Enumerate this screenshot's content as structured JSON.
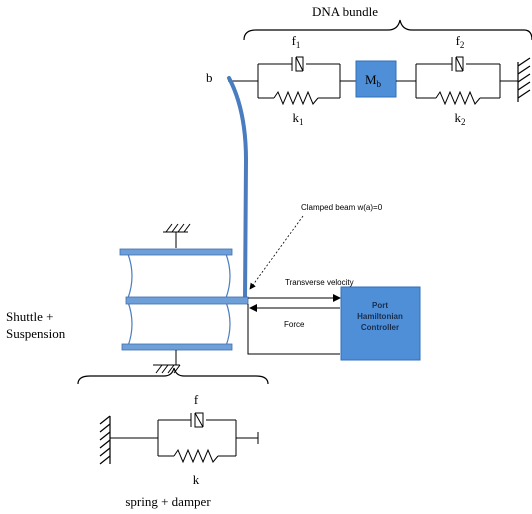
{
  "labels": {
    "dna_bundle": "DNA bundle",
    "f1": {
      "base": "f",
      "sub": "1"
    },
    "f2": {
      "base": "f",
      "sub": "2"
    },
    "k1": {
      "base": "k",
      "sub": "1"
    },
    "k2": {
      "base": "k",
      "sub": "2"
    },
    "mb": {
      "base": "M",
      "sub": "b"
    },
    "b": "b",
    "clamped_beam": "Clamped beam w(a)=0",
    "transverse_velocity": "Transverse velocity",
    "force": "Force",
    "controller": [
      "Port",
      "Hamiltonian",
      "Controller"
    ],
    "shuttle": [
      "Shuttle +",
      "Suspension"
    ],
    "f": "f",
    "k": "k",
    "spring_damper": "spring + damper"
  },
  "colors": {
    "mass_fill": "#4f8fd8",
    "mass_stroke": "#2f6fb8",
    "beam": "#4a7cc0",
    "plate_fill": "#6f9fd8",
    "plate_stroke": "#3f6fb0",
    "controller_fill": "#4f8fd8",
    "controller_text": "#1a2f50",
    "line": "#000000"
  }
}
